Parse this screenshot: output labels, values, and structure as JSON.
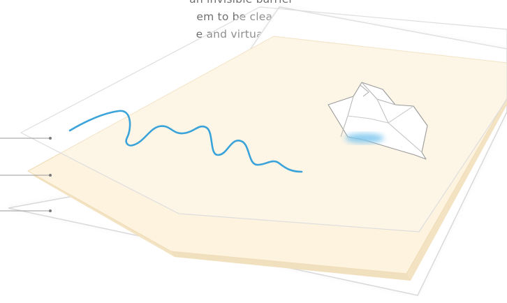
{
  "caption": {
    "lines": [
      "an invisible barrier",
      "em to be cleaned",
      "e and virtually no"
    ]
  },
  "layers": [
    {
      "name": "top-film"
    },
    {
      "name": "paper-pad"
    },
    {
      "name": "bottom-film"
    }
  ],
  "colors": {
    "film_fill": "#ffffff",
    "film_stroke": "#d9d9d9",
    "paper_fill": "#fdf3df",
    "paper_edge": "#f3e3c2",
    "stroke_line": "#3aa3da",
    "stain": "#7cc6ee",
    "leader": "#9a9a9a"
  },
  "icons": {
    "drawn_line": "squiggle-ink-icon",
    "tissue": "crumpled-tissue-icon"
  }
}
